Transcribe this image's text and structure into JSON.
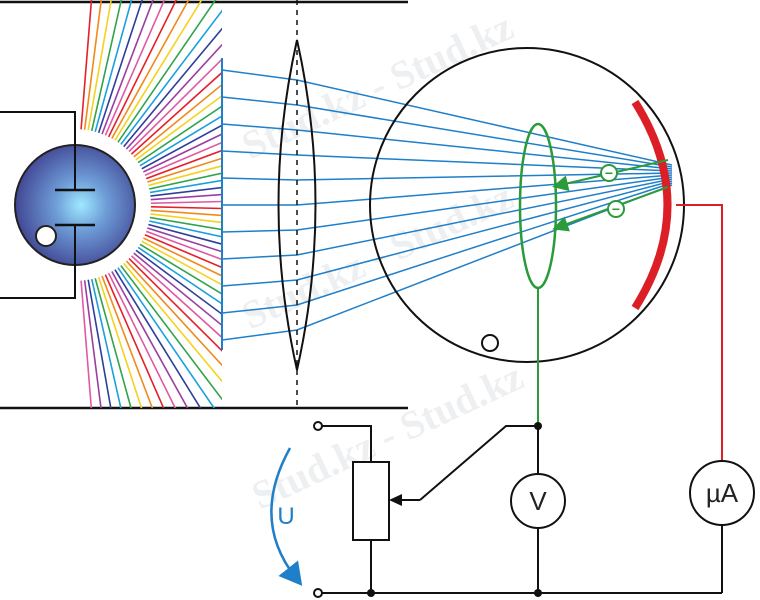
{
  "watermark": {
    "text": "Stud.kz - Stud.kz"
  },
  "labels": {
    "voltmeter": "V",
    "microammeter": "µA",
    "voltage": "U",
    "electron": "−"
  },
  "colors": {
    "ray_fan": [
      "#e4202a",
      "#f08a1c",
      "#f4d21f",
      "#31a34a",
      "#1aa0dc",
      "#2e3f9a",
      "#9a3fa0",
      "#e05aa2"
    ],
    "optic_rays": "#1f7fc9",
    "cathode": "#dc1f26",
    "anode_wire": "#2a9a3a",
    "lamp": "#4f4fa3",
    "voltage_arrow": "#1f7fc9"
  }
}
